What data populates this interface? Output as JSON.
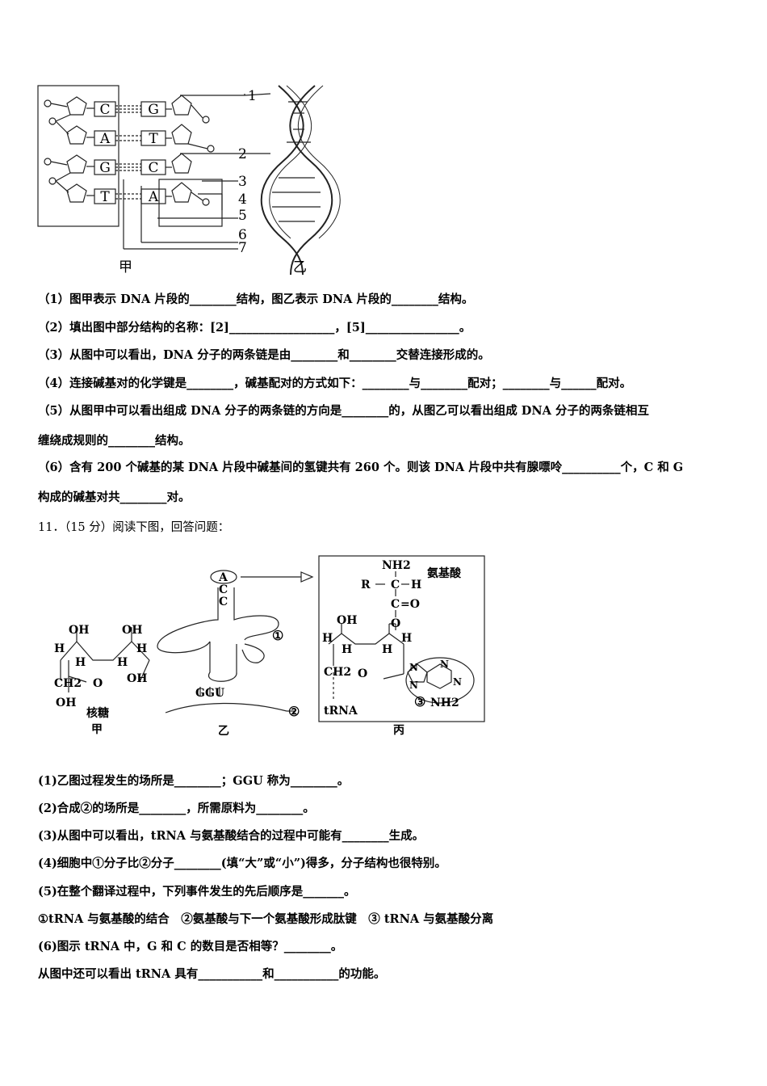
{
  "figure1": {
    "bases_left": [
      "C",
      "A",
      "G",
      "T"
    ],
    "bases_right": [
      "G",
      "T",
      "C",
      "A"
    ],
    "numbers": [
      "1",
      "2",
      "3",
      "4",
      "5",
      "6",
      "7"
    ],
    "label_jia": "甲",
    "label_yi": "乙"
  },
  "q10": {
    "lines": [
      "（1）图甲表示 DNA 片段的________结构，图乙表示 DNA 片段的________结构。",
      "（2）填出图中部分结构的名称：[2]__________________，[5]________________。",
      "（3）从图中可以看出，DNA 分子的两条链是由________和________交替连接形成的。",
      "（4）连接碱基对的化学键是________，碱基配对的方式如下：________与________配对；________与______配对。",
      "（5）从图甲中可以看出组成 DNA 分子的两条链的方向是________的，从图乙可以看出组成 DNA 分子的两条链相互",
      "缠绕成规则的________结构。",
      "（6）含有 200 个碱基的某 DNA 片段中碱基间的氢键共有 260 个。则该 DNA 片段中共有腺嘌呤__________个，C 和 G",
      "构成的碱基对共________对。"
    ]
  },
  "q11": {
    "header": "11．（15 分）阅读下图，回答问题：",
    "figure": {
      "jia": {
        "oh1": "OH",
        "oh2": "OH",
        "h1": "H",
        "h2": "H",
        "h3": "H",
        "h4": "H",
        "ch2": "CH2",
        "o": "O",
        "oh3": "OH",
        "oh4": "OH",
        "name": "核糖",
        "label": "甲"
      },
      "yi": {
        "a": "A",
        "c1": "C",
        "c2": "C",
        "anticodon": "GGU",
        "mark1": "①",
        "mark2": "②",
        "label": "乙"
      },
      "bing": {
        "nh2": "NH2",
        "r": "R",
        "c": "C",
        "h": "H",
        "c2": "C",
        "eq_o": "=O",
        "o1": "O",
        "oh": "OH",
        "h1": "H",
        "h2": "H",
        "h3": "H",
        "h4": "H",
        "ch2": "CH2",
        "o2": "O",
        "n1": "N",
        "n2": "N",
        "n3": "N",
        "n4": "N",
        "mark3": "③",
        "nh2b": "NH2",
        "trna": "tRNA",
        "amino_acid": "氨基酸",
        "label": "丙"
      }
    },
    "lines": [
      "(1)乙图过程发生的场所是________；GGU 称为________。",
      "(2)合成②的场所是________，所需原料为________。",
      "(3)从图中可以看出，tRNA 与氨基酸结合的过程中可能有________生成。",
      "(4)细胞中①分子比②分子________(填“大”或“小”)得多，分子结构也很特别。",
      "(5)在整个翻译过程中，下列事件发生的先后顺序是_______。",
      "①tRNA 与氨基酸的结合　②氨基酸与下一个氨基酸形成肽键　③ tRNA 与氨基酸分离",
      "(6)图示 tRNA 中，G 和 C 的数目是否相等？________。",
      "从图中还可以看出 tRNA 具有___________和___________的功能。"
    ]
  }
}
